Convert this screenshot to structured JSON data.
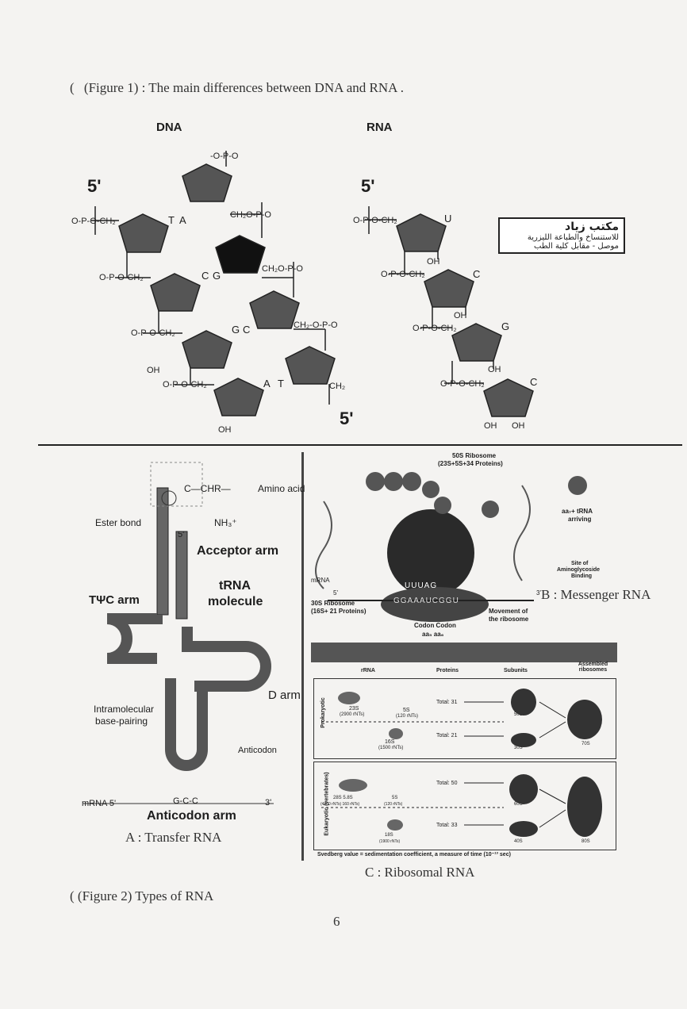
{
  "figure1": {
    "caption_mark": "(",
    "caption": "(Figure 1)  : The main differences between DNA and RNA .",
    "dna_title": "DNA",
    "rna_title": "RNA",
    "five_prime": "5'",
    "dna_bases_left": [
      "T",
      "C",
      "G",
      "A"
    ],
    "dna_bases_right": [
      "A",
      "G",
      "C",
      "T"
    ],
    "rna_bases": [
      "U",
      "C",
      "G",
      "C"
    ],
    "stamp_line1": "مكتب زياد",
    "stamp_line2": "للاستنساخ والطباعة الليزرية",
    "stamp_line3": "موصل - مقابل كلية الطب"
  },
  "trna": {
    "acceptor_arm": "Acceptor arm",
    "trna_molecule_1": "tRNA",
    "trna_molecule_2": "molecule",
    "tpsic_arm": "TΨC arm",
    "ester_bond": "Ester bond",
    "amino_acid": "Amino acid",
    "chr": "C—CHR—",
    "nh3": "NH₃⁺",
    "d_arm": "D arm",
    "intramolecular": "Intramolecular",
    "base_pairing": "base-pairing",
    "anticodon": "Anticodon",
    "mrna": "mRNA 5'",
    "gcc": "G-C-C",
    "three_prime": "3'",
    "five_prime": "5'",
    "anticodon_arm": "Anticodon arm",
    "label": "A : Transfer RNA"
  },
  "mrna": {
    "ribosome_50s_1": "50S Ribosome",
    "ribosome_50s_2": "(23S+5S+34 Proteins)",
    "trna_arriving_1": "aa₇+ tRNA",
    "trna_arriving_2": "arriving",
    "site_1": "Site of",
    "site_2": "Aminoglycoside",
    "site_3": "Binding",
    "mrna_label": "mRNA",
    "five": "5'",
    "three": "3'",
    "ribosome_30s_1": "30S Ribosome",
    "ribosome_30s_2": "(16S+ 21 Proteins)",
    "codon_bottom": "GGAAAUCGGU",
    "codon_top": "UUUAG",
    "codon_codon": "Codon Codon",
    "aa": "aa₅   aa₆",
    "movement_1": "Movement of",
    "movement_2": "the ribosome",
    "label": "B : Messenger RNA"
  },
  "rrna": {
    "headers": [
      "rRNA",
      "Proteins",
      "Subunits",
      "Assembled ribosomes"
    ],
    "prok": "Prokaryotic",
    "euk": "Eukaryotic (vertebrates)",
    "rows": [
      {
        "rna": "23S",
        "nt": "(2900 rNTs)",
        "small": "5S",
        "small_nt": "(120 rNTs)",
        "total": "Total: 31",
        "sub": "50S"
      },
      {
        "rna": "16S",
        "nt": "(1500 rNTs)",
        "small": "",
        "small_nt": "",
        "total": "Total: 21",
        "sub": "30S"
      },
      {
        "rna": "28S  5.8S",
        "nt": "(4800 rNTs) 160 rNTs)",
        "small": "5S",
        "small_nt": "(120 rNTs)",
        "total": "Total: 50",
        "sub": "60S"
      },
      {
        "rna": "18S",
        "nt": "(1900 rNTs)",
        "small": "",
        "small_nt": "",
        "total": "Total: 33",
        "sub": "40S"
      }
    ],
    "assembled": [
      "70S",
      "80S"
    ],
    "footer": "Svedberg value = sedimentation coefficient, a measure of time (10⁻¹³ sec)",
    "label": "C : Ribosomal RNA"
  },
  "figure2": {
    "caption": "( (Figure 2)    Types of RNA"
  },
  "page_number": "6"
}
